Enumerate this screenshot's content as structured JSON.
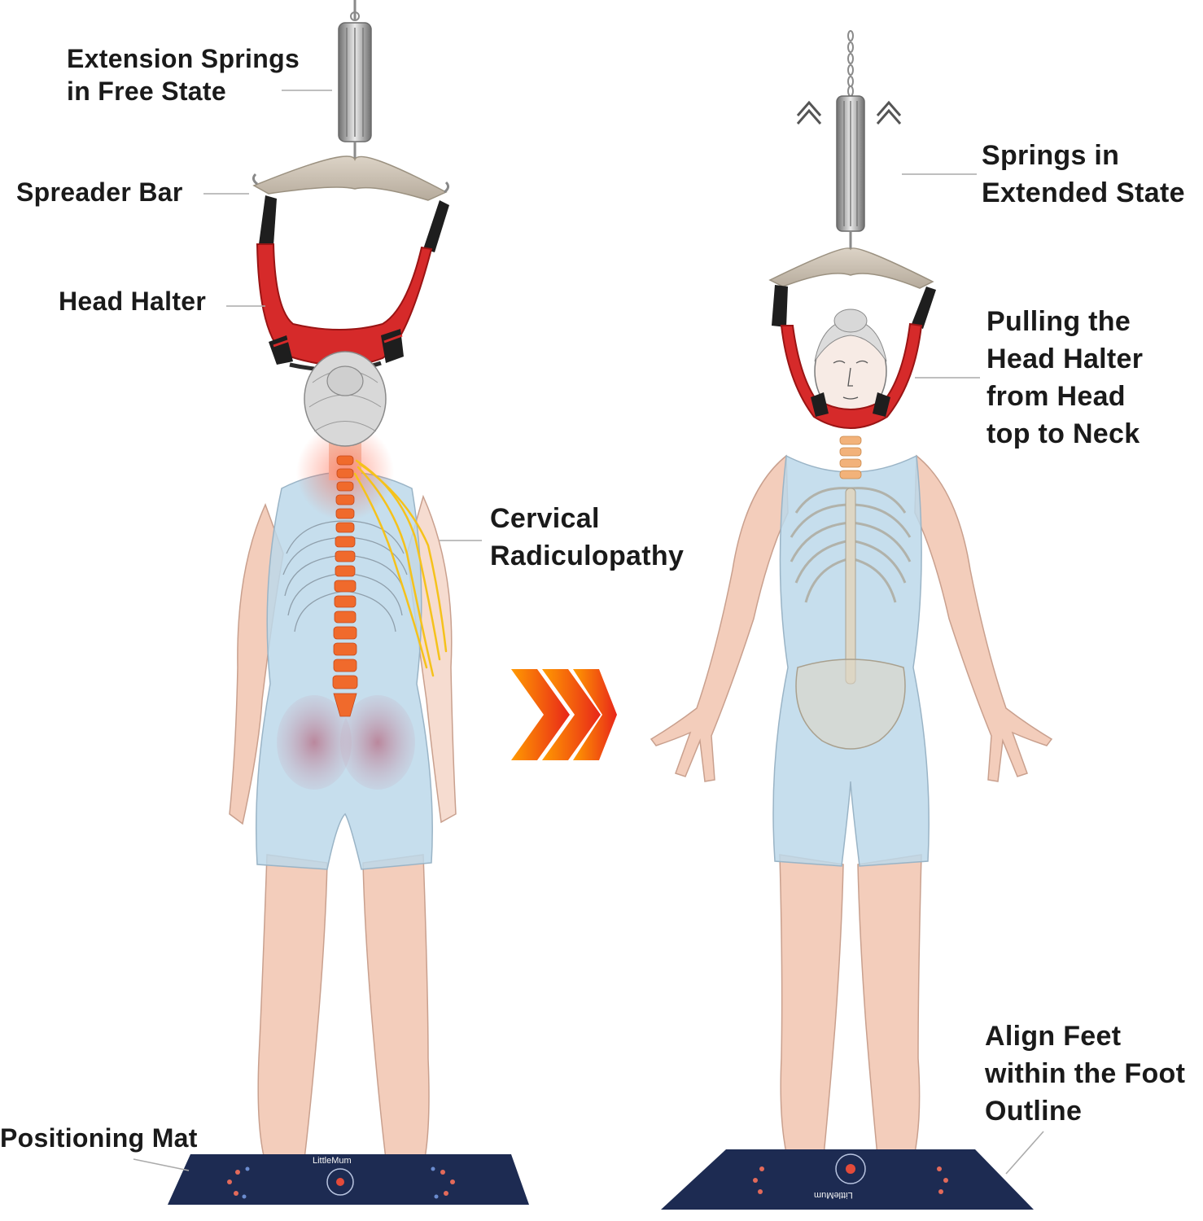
{
  "labels": {
    "extension_springs": [
      "Extension Springs",
      "in Free State"
    ],
    "spreader_bar": [
      "Spreader Bar"
    ],
    "head_halter": [
      "Head Halter"
    ],
    "cervical": [
      "Cervical",
      "Radiculopathy"
    ],
    "positioning_mat": [
      "Positioning Mat"
    ],
    "springs_extended": [
      "Springs in",
      "Extended State"
    ],
    "pulling": [
      "Pulling the",
      "Head Halter",
      "from Head",
      "top to Neck"
    ],
    "align_feet": [
      "Align Feet",
      "within the Foot",
      "Outline"
    ]
  },
  "mat_brand": "LittleMum",
  "colors": {
    "skin": "#f3cdbb",
    "garment": "#bcd8ea",
    "spine": "#f06a2c",
    "nerve": "#f5c21b",
    "halter": "#d62a2a",
    "mat": "#1d2b52",
    "arrow_start": "#ff9a00",
    "arrow_end": "#e8261a",
    "metal": "#9b9b9b"
  },
  "icons": {
    "transition_arrow": "chevron-arrows-icon",
    "lift_arrows": "double-up-arrow-icon"
  }
}
